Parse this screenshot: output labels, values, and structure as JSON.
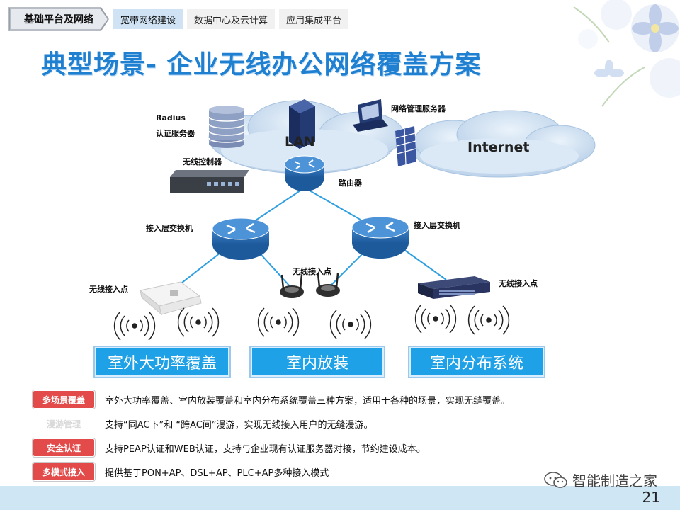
{
  "nav": {
    "home": "基础平台及网络",
    "tabs": [
      "宽带网络建设",
      "数据中心及云计算",
      "应用集成平台"
    ],
    "active_index": 0
  },
  "title": "典型场景- 企业无线办公网络覆盖方案",
  "diagram": {
    "radius_line1": "Radius",
    "radius_line2": "认证服务器",
    "nms": "网络管理服务器",
    "lan": "LAN",
    "internet": "Internet",
    "ac": "无线控制器",
    "router": "路由器",
    "switch_left": "接入层交换机",
    "switch_right": "接入层交换机",
    "ap_left": "无线接入点",
    "ap_middle": "无线接入点",
    "ap_right": "无线接入点"
  },
  "scenes": [
    "室外大功率覆盖",
    "室内放装",
    "室内分布系统"
  ],
  "features": [
    {
      "badge": "多场景覆盖",
      "style": "red",
      "text": "室外大功率覆盖、室内放装覆盖和室内分布系统覆盖三种方案，适用于各种的场景，实现无缝覆盖。"
    },
    {
      "badge": "漫游管理",
      "style": "plain",
      "text": "支持“同AC下”和 “跨AC间”漫游，实现无线接入用户的无缝漫游。"
    },
    {
      "badge": "安全认证",
      "style": "red",
      "text": "支持PEAP认证和WEB认证，支持与企业现有认证服务器对接，节约建设成本。"
    },
    {
      "badge": "多模式接入",
      "style": "red",
      "text": "提供基于PON+AP、DSL+AP、PLC+AP多种接入模式"
    }
  ],
  "watermark": "智能制造之家",
  "page_number": "21",
  "colors": {
    "title": "#1f7fd1",
    "scene_box": "#1ea1e6",
    "badge_red": "#e34a4a",
    "footer": "#cfe6f5",
    "router_blue": "#2a6db5"
  }
}
